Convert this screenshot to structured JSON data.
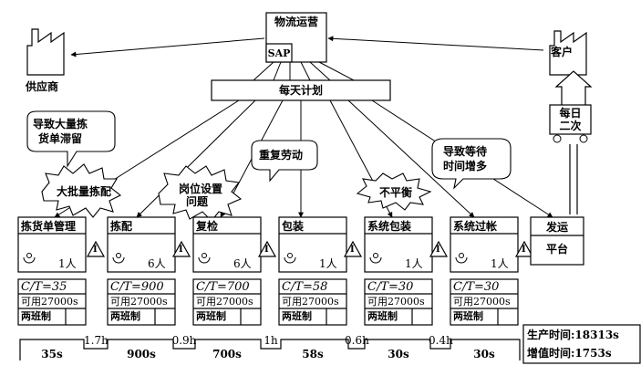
{
  "top": {
    "logistics": "物流运营",
    "sap": "SAP",
    "daily_plan": "每天计划",
    "supplier": "供应商",
    "customer": "客户",
    "ship_freq_line1": "每日",
    "ship_freq_line2": "二次"
  },
  "bursts": {
    "batch_picking": "大批量拣配",
    "job_line1": "岗位设置",
    "job_line2": "问题",
    "imbalance": "不平衡"
  },
  "callouts": {
    "backlog_line1": "导致大量拣",
    "backlog_line2": "货单滞留",
    "rework": "重复劳动",
    "wait_line1": "导致等待",
    "wait_line2": "时间增多"
  },
  "inventory_symbol": "I",
  "processes": [
    {
      "name": "拣货单管理",
      "people": "1人",
      "ct": "C/T=35",
      "avail": "可用27000s",
      "shift": "两班制",
      "time": "35s"
    },
    {
      "name": "拣配",
      "people": "6人",
      "ct": "C/T=900",
      "avail": "可用27000s",
      "shift": "两班制",
      "time": "900s"
    },
    {
      "name": "复检",
      "people": "6人",
      "ct": "C/T=700",
      "avail": "可用27000s",
      "shift": "两班制",
      "time": "700s"
    },
    {
      "name": "包装",
      "people": "1人",
      "ct": "C/T=58",
      "avail": "可用27000s",
      "shift": "两班制",
      "time": "58s"
    },
    {
      "name": "系统包装",
      "people": "1人",
      "ct": "C/T=30",
      "avail": "可用27000s",
      "shift": "两班制",
      "time": "30s"
    },
    {
      "name": "系统过帐",
      "people": "1人",
      "ct": "C/T=30",
      "avail": "可用27000s",
      "shift": "两班制",
      "time": "30s"
    }
  ],
  "shipping": {
    "name": "发运",
    "platform": "平台"
  },
  "waits": [
    "1.7h",
    "0.9h",
    "1h",
    "0.6h",
    "0.4h"
  ],
  "totals": {
    "production_time": "生产时间:18313s",
    "value_added_time": "增值时间:1753s"
  }
}
